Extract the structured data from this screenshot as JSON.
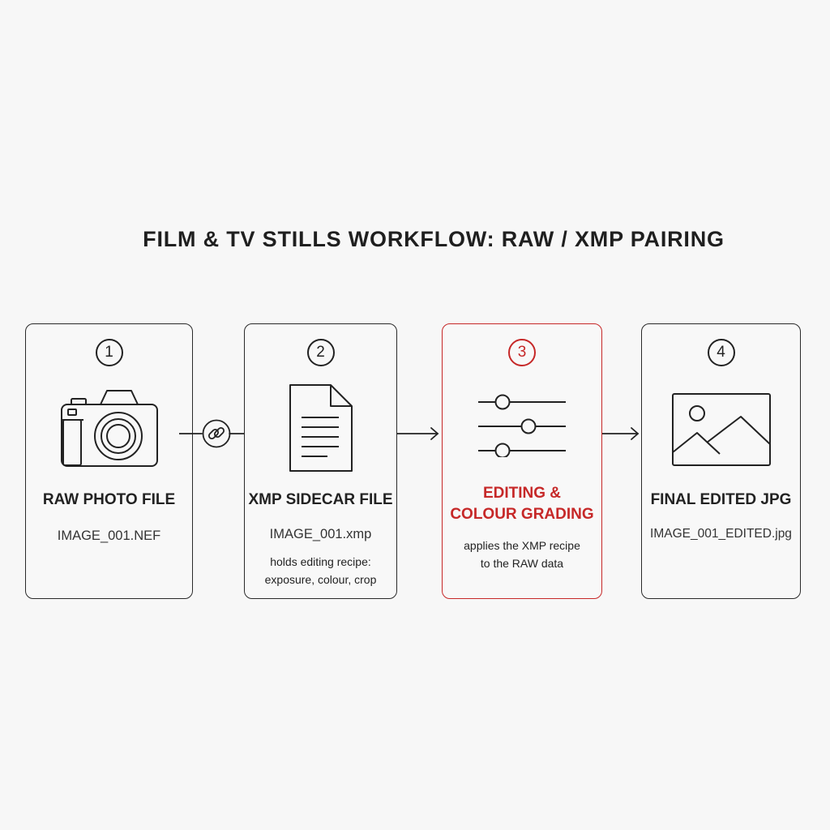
{
  "title": "FILM & TV STILLS WORKFLOW: RAW / XMP PAIRING",
  "colors": {
    "text": "#222222",
    "border": "#2a2a2a",
    "highlight": "#c62828",
    "background": "#f7f7f7"
  },
  "steps": [
    {
      "number": "1",
      "icon": "camera-icon",
      "label": "RAW PHOTO FILE",
      "filename": "IMAGE_001.NEF",
      "description": []
    },
    {
      "number": "2",
      "icon": "document-icon",
      "label": "XMP SIDECAR FILE",
      "filename": "IMAGE_001.xmp",
      "description": [
        "holds editing recipe:",
        "exposure, colour, crop"
      ]
    },
    {
      "number": "3",
      "icon": "sliders-icon",
      "label_lines": [
        "EDITING &",
        "COLOUR GRADING"
      ],
      "highlighted": true,
      "description": [
        "applies the XMP recipe",
        "to the RAW data"
      ]
    },
    {
      "number": "4",
      "icon": "image-icon",
      "label": "FINAL EDITED JPG",
      "filename": "IMAGE_001_EDITED.jpg",
      "description": []
    }
  ],
  "connectors": [
    {
      "from": "1",
      "to": "2",
      "icon": "link-icon"
    },
    {
      "from": "2",
      "to": "3"
    },
    {
      "from": "3",
      "to": "4"
    }
  ]
}
